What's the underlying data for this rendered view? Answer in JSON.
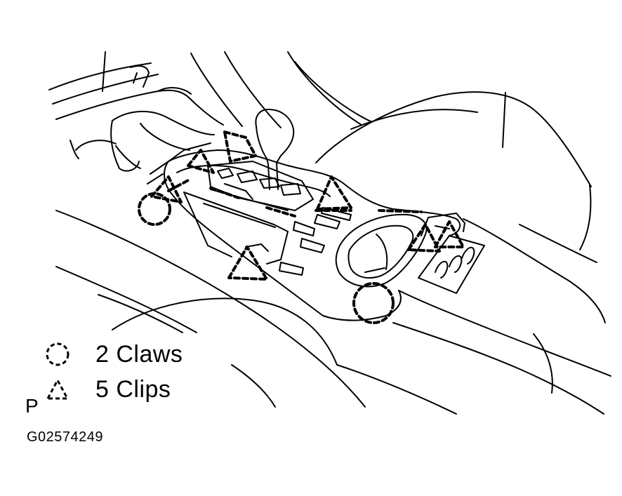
{
  "legend": {
    "claws_label": "2 Claws",
    "clips_label": "5 Clips"
  },
  "view_marker": "P",
  "figure_code": "G02574249",
  "icons": {
    "claw_symbol": "dashed-circle-icon",
    "clip_symbol": "dashed-triangle-icon"
  },
  "colors": {
    "line": "#000000",
    "background": "#ffffff"
  }
}
